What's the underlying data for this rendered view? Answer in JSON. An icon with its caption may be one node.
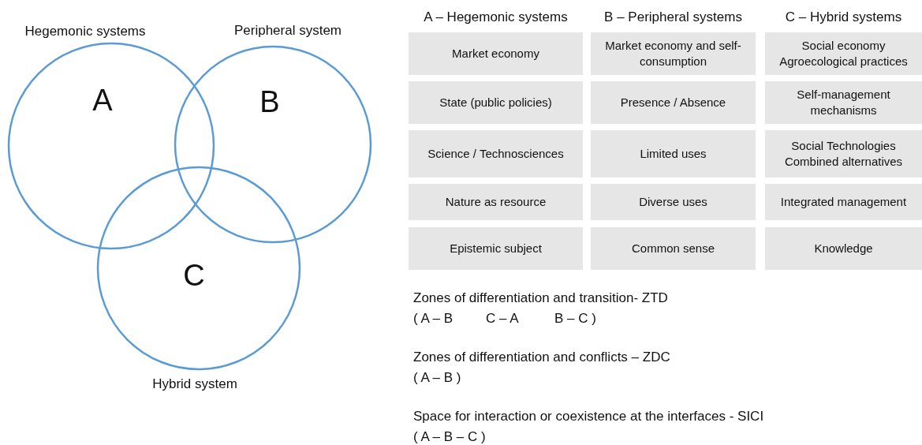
{
  "diagram": {
    "nodes": [
      {
        "text": [
          "Hegemonic systems",
          "A"
        ]
      },
      {
        "text": [
          "Peripheral system",
          "B"
        ]
      },
      {
        "text": [
          "C",
          "Hybrid system"
        ]
      }
    ],
    "labels": [
      "A – Hegemonic systems",
      "B – Peripheral systems",
      "C – Hybrid systems",
      "Market economy",
      "Market economy and self-consumption",
      "Social economy Agroecological practices",
      "State (public policies)",
      "Presence / Absence",
      "Self-management mechanisms",
      "Science / Technosciences",
      "Limited uses",
      "Social Technologies Combined alternatives",
      "Nature as resource",
      "Diverse uses",
      "Integrated management",
      "Epistemic subject",
      "Common sense",
      "Knowledge",
      "Zones of differentiation and transition- ZTD",
      "( A – B",
      "C – A",
      "B – C )",
      "Zones of differentiation and conflicts – ZDC",
      "( A – B )",
      "Space for interaction or coexistence at the interfaces - SICI",
      "( A – B – C )"
    ]
  }
}
